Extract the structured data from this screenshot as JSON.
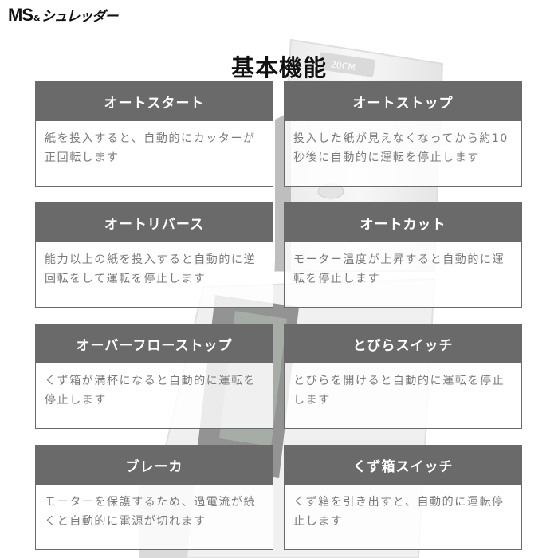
{
  "logo": {
    "ms": "MS",
    "amp": "&",
    "kana": "シュレッダー"
  },
  "page_title": "基本機能",
  "features": [
    {
      "title": "オートスタート",
      "desc": "紙を投入すると、自動的にカッターが正回転します"
    },
    {
      "title": "オートストップ",
      "desc": "投入した紙が見えなくなってから約10秒後に自動的に運転を停止します"
    },
    {
      "title": "オートリバース",
      "desc": "能力以上の紙を投入すると自動的に逆回転をして運転を停止します"
    },
    {
      "title": "オートカット",
      "desc": "モーター温度が上昇すると自動的に運転を停止します"
    },
    {
      "title": "オーバーフローストップ",
      "desc": "くず箱が満杯になると自動的に運転を停止します"
    },
    {
      "title": "とびらスイッチ",
      "desc": "とびらを開けると自動的に運転を停止します"
    },
    {
      "title": "ブレーカ",
      "desc": "モーターを保護するため、過電流が続くと自動的に電源が切れます"
    },
    {
      "title": "くず箱スイッチ",
      "desc": "くず箱を引き出すと、自動的に運転停止します"
    }
  ],
  "background_photo": {
    "label_text": "20CM"
  }
}
